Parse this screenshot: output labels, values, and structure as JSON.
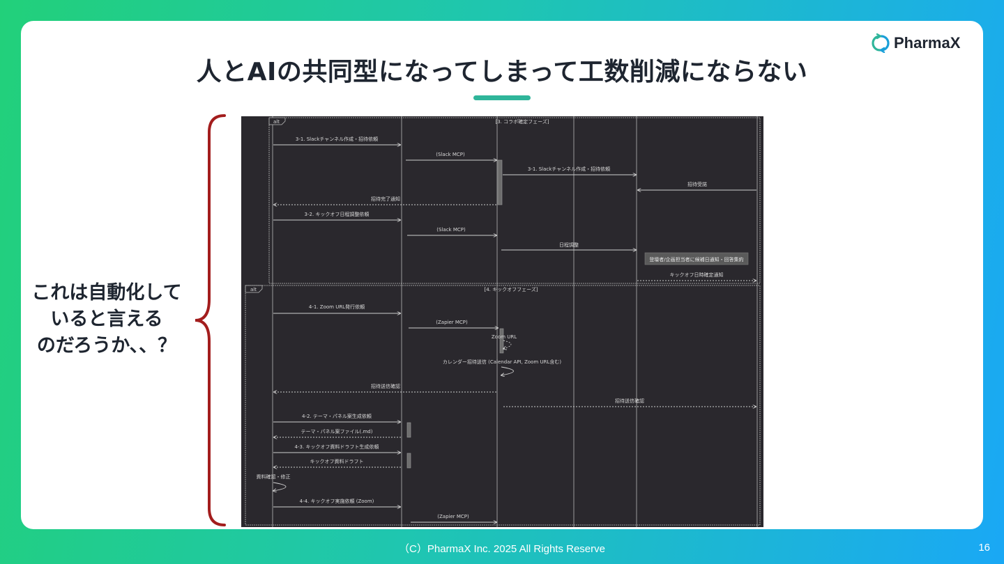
{
  "slide": {
    "title": "人とAIの共同型になってしまって工数削減にならない",
    "side_note": [
      "これは自動化して",
      "いると言える",
      "のだろうか、、？"
    ],
    "logo_text": "PharmaX",
    "footer": "（C）PharmaX Inc. 2025  All Rights Reserve",
    "page_number": "16",
    "colors": {
      "accent": "#2fb59a",
      "brace": "#a31d1d",
      "diagram_bg": "#2a282d"
    }
  },
  "diagram": {
    "fragments": [
      {
        "tag": "alt",
        "label": "[3. コラボ確定フェーズ]"
      },
      {
        "tag": "alt",
        "label": "[4. キックオフフェーズ]"
      }
    ],
    "messages": [
      {
        "label": "3-1. Slackチャンネル作成・招待依頼",
        "from": 1,
        "to": 2,
        "style": "solid"
      },
      {
        "label": "(Slack MCP)",
        "from": 2,
        "to": 3,
        "style": "solid"
      },
      {
        "label": "3-1. Slackチャンネル作成・招待依頼",
        "from": 3,
        "to": 5,
        "style": "solid"
      },
      {
        "label": "招待受諾",
        "from": 6,
        "to": 5,
        "style": "solid"
      },
      {
        "label": "招待完了通知",
        "from": 3,
        "to": 1,
        "style": "dashed"
      },
      {
        "label": "3-2. キックオフ日程調整依頼",
        "from": 1,
        "to": 2,
        "style": "solid"
      },
      {
        "label": "(Slack MCP)",
        "from": 2,
        "to": 3,
        "style": "solid"
      },
      {
        "label": "日程調整",
        "from": 3,
        "to": 5,
        "style": "solid"
      },
      {
        "label": "キックオフ日時確定通知",
        "from": 5,
        "to": 6,
        "style": "dashed"
      },
      {
        "label": "4-1. Zoom URL発行依頼",
        "from": 1,
        "to": 2,
        "style": "solid"
      },
      {
        "label": "(Zapier MCP)",
        "from": 2,
        "to": 3,
        "style": "solid"
      },
      {
        "label": "招待送信確認",
        "from": 3,
        "to": 1,
        "style": "dashed"
      },
      {
        "label": "招待送信確認",
        "from": 3,
        "to": 6,
        "style": "dashed"
      },
      {
        "label": "4-2. テーマ・パネル案生成依頼",
        "from": 1,
        "to": 2,
        "style": "solid"
      },
      {
        "label": "テーマ・パネル案ファイル(.md)",
        "from": 2,
        "to": 1,
        "style": "dashed"
      },
      {
        "label": "4-3. キックオフ資料ドラフト生成依頼",
        "from": 1,
        "to": 2,
        "style": "solid"
      },
      {
        "label": "キックオフ資料ドラフト",
        "from": 2,
        "to": 1,
        "style": "dashed"
      },
      {
        "label": "4-4. キックオフ実施依頼 (Zoom)",
        "from": 1,
        "to": 2,
        "style": "solid"
      },
      {
        "label": "(Zapier MCP)",
        "from": 2,
        "to": 3,
        "style": "solid"
      }
    ],
    "self_messages": [
      {
        "label": "Zoom URL",
        "lane": 3,
        "style": "dashed"
      },
      {
        "label": "カレンダー招待送信 (Calendar API, Zoom URL含む)",
        "lane": 3,
        "style": "solid"
      },
      {
        "label": "資料確認・修正",
        "lane": 1,
        "style": "solid"
      }
    ],
    "note": "登壇者/企画担当者に候補日通知・回答集約"
  }
}
